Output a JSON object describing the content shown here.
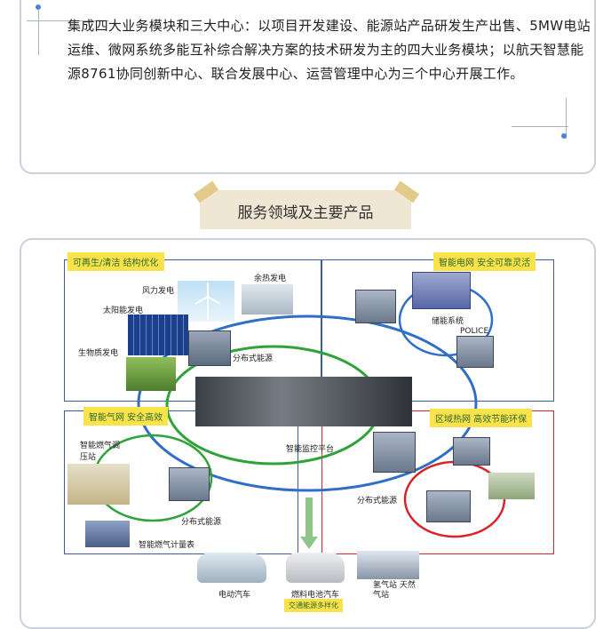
{
  "intro": {
    "text": "集成四大业务模块和三大中心：以项目开发建设、能源站产品研发生产出售、5MW电站运维、微网系统多能互补综合解决方案的技术研发为主的四大业务模块；以航天智慧能源8761协同创新中心、联合发展中心、运营管理中心为三个中心开展工作。"
  },
  "banner": {
    "title": "服务领域及主要产品"
  },
  "diagram": {
    "tags": {
      "renewable": "可再生/清洁  结构优化",
      "smart_grid": "智能电网  安全可靠灵活",
      "smart_gas": "智能气网  安全高效",
      "district_heat": "区域热网  高效节能环保"
    },
    "labels": {
      "wind": "风力发电",
      "waste_heat": "余热发电",
      "solar": "太阳能发电",
      "biomass": "生物质发电",
      "distributed_1": "分布式能源",
      "storage": "储能系统",
      "inverter": "POLICE",
      "monitoring": "智能监控平台",
      "gas_station": "智能燃气调压站",
      "distributed_2": "分布式能源",
      "gas_meter": "智能燃气计量表",
      "distributed_3": "分布式能源",
      "ev": "电动汽车",
      "fcv": "燃料电池汽车",
      "h2_station": "氢气站 天然气站",
      "transport_tag": "交通能源多样化"
    },
    "colors": {
      "blue_ring": "#2f6fc6",
      "green_ring": "#2fa33a",
      "red_ring": "#d8232a",
      "frame": "#3f5c94"
    }
  }
}
